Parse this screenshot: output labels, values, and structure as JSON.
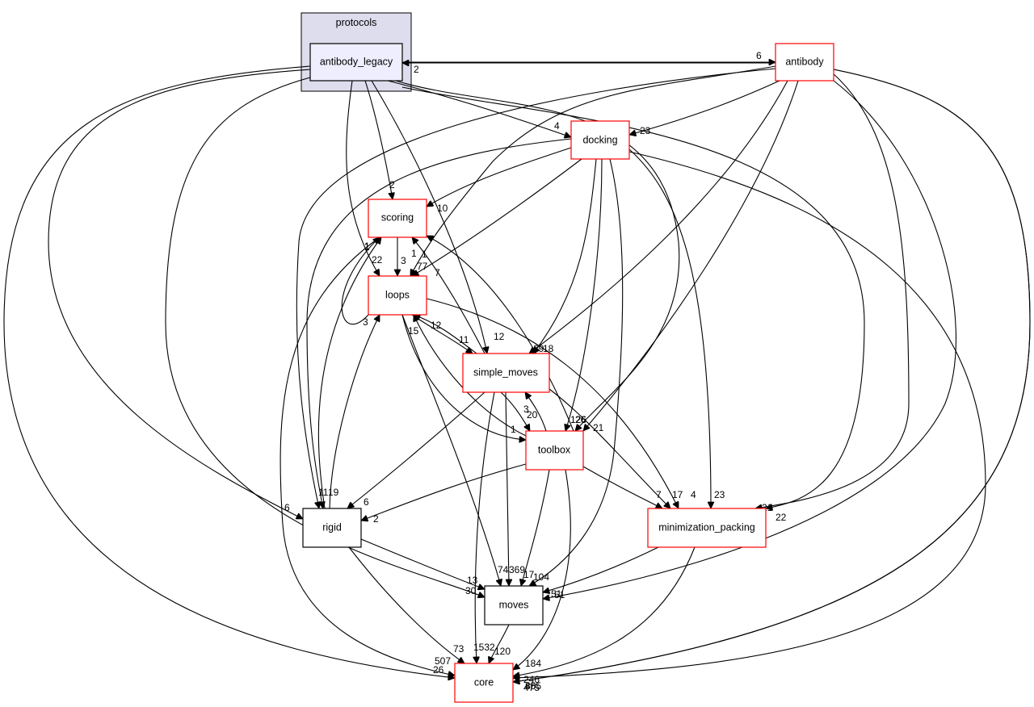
{
  "diagram": {
    "type": "directory-dependency-graph",
    "cluster": {
      "id": "protocols",
      "label": "protocols"
    },
    "nodes": [
      {
        "id": "antibody_legacy",
        "label": "antibody_legacy",
        "style": "current",
        "border": "#000000",
        "fill": "#eeeeff"
      },
      {
        "id": "antibody",
        "label": "antibody",
        "style": "red",
        "border": "#ff0000"
      },
      {
        "id": "docking",
        "label": "docking",
        "style": "red",
        "border": "#ff0000"
      },
      {
        "id": "scoring",
        "label": "scoring",
        "style": "red",
        "border": "#ff0000"
      },
      {
        "id": "loops",
        "label": "loops",
        "style": "red",
        "border": "#ff0000"
      },
      {
        "id": "simple_moves",
        "label": "simple_moves",
        "style": "red",
        "border": "#ff0000"
      },
      {
        "id": "toolbox",
        "label": "toolbox",
        "style": "red",
        "border": "#ff0000"
      },
      {
        "id": "rigid",
        "label": "rigid",
        "style": "black",
        "border": "#000000"
      },
      {
        "id": "minimization_packing",
        "label": "minimization_packing",
        "style": "red",
        "border": "#ff0000"
      },
      {
        "id": "moves",
        "label": "moves",
        "style": "black",
        "border": "#000000"
      },
      {
        "id": "core",
        "label": "core",
        "style": "red",
        "border": "#ff0000"
      }
    ],
    "edges": [
      {
        "from": "antibody",
        "to": "antibody_legacy",
        "label": "2"
      },
      {
        "from": "antibody_legacy",
        "to": "antibody",
        "label": "6"
      },
      {
        "from": "antibody_legacy",
        "to": "docking",
        "label": "4"
      },
      {
        "from": "antibody_legacy",
        "to": "scoring",
        "label": "2"
      },
      {
        "from": "antibody_legacy",
        "to": "loops",
        "label": "22"
      },
      {
        "from": "antibody_legacy",
        "to": "simple_moves",
        "label": "12"
      },
      {
        "from": "antibody_legacy",
        "to": "toolbox",
        "label": "26"
      },
      {
        "from": "antibody_legacy",
        "to": "rigid",
        "label": "6"
      },
      {
        "from": "antibody_legacy",
        "to": "minimization_packing",
        "label": "22"
      },
      {
        "from": "antibody_legacy",
        "to": "moves",
        "label": "30"
      },
      {
        "from": "antibody_legacy",
        "to": "core",
        "label": "26"
      },
      {
        "from": "antibody",
        "to": "docking",
        "label": "23"
      },
      {
        "from": "antibody",
        "to": "loops",
        "label": "77"
      },
      {
        "from": "antibody",
        "to": "simple_moves",
        "label": "18"
      },
      {
        "from": "antibody",
        "to": "toolbox",
        "label": "21"
      },
      {
        "from": "antibody",
        "to": "rigid",
        "label": "11"
      },
      {
        "from": "antibody",
        "to": "minimization_packing",
        "label": "21"
      },
      {
        "from": "antibody",
        "to": "moves",
        "label": "51"
      },
      {
        "from": "antibody",
        "to": "core",
        "label": "455"
      },
      {
        "from": "docking",
        "to": "scoring",
        "label": "10"
      },
      {
        "from": "docking",
        "to": "loops",
        "label": "7"
      },
      {
        "from": "docking",
        "to": "simple_moves",
        "label": "69"
      },
      {
        "from": "docking",
        "to": "toolbox",
        "label": "126"
      },
      {
        "from": "docking",
        "to": "rigid",
        "label": "19"
      },
      {
        "from": "docking",
        "to": "minimization_packing",
        "label": "23"
      },
      {
        "from": "docking",
        "to": "moves",
        "label": "104"
      },
      {
        "from": "docking",
        "to": "core",
        "label": "246"
      },
      {
        "from": "scoring",
        "to": "loops",
        "label": "3"
      },
      {
        "from": "scoring",
        "to": "core",
        "label": "507"
      },
      {
        "from": "loops",
        "to": "scoring",
        "label": "1"
      },
      {
        "from": "loops",
        "to": "simple_moves",
        "label": "11"
      },
      {
        "from": "loops",
        "to": "toolbox",
        "label": "1"
      },
      {
        "from": "loops",
        "to": "minimization_packing",
        "label": "4"
      },
      {
        "from": "loops",
        "to": "moves",
        "label": "74"
      },
      {
        "from": "simple_moves",
        "to": "scoring",
        "label": "1"
      },
      {
        "from": "simple_moves",
        "to": "loops",
        "label": "12"
      },
      {
        "from": "simple_moves",
        "to": "toolbox",
        "label": "20"
      },
      {
        "from": "simple_moves",
        "to": "rigid",
        "label": "6"
      },
      {
        "from": "simple_moves",
        "to": "minimization_packing",
        "label": "17"
      },
      {
        "from": "simple_moves",
        "to": "moves",
        "label": "369"
      },
      {
        "from": "simple_moves",
        "to": "core",
        "label": "1532"
      },
      {
        "from": "toolbox",
        "to": "scoring",
        "label": "1"
      },
      {
        "from": "toolbox",
        "to": "loops",
        "label": "15"
      },
      {
        "from": "toolbox",
        "to": "simple_moves",
        "label": "3"
      },
      {
        "from": "toolbox",
        "to": "rigid",
        "label": "2"
      },
      {
        "from": "toolbox",
        "to": "minimization_packing",
        "label": "7"
      },
      {
        "from": "toolbox",
        "to": "moves",
        "label": "17"
      },
      {
        "from": "toolbox",
        "to": "core",
        "label": "184"
      },
      {
        "from": "rigid",
        "to": "scoring",
        "label": "1"
      },
      {
        "from": "rigid",
        "to": "loops",
        "label": "3"
      },
      {
        "from": "rigid",
        "to": "moves",
        "label": "13"
      },
      {
        "from": "rigid",
        "to": "core",
        "label": "73"
      },
      {
        "from": "minimization_packing",
        "to": "moves",
        "label": "51"
      },
      {
        "from": "minimization_packing",
        "to": "core",
        "label": "475"
      },
      {
        "from": "moves",
        "to": "core",
        "label": "120"
      },
      {
        "from": "antibody",
        "to": "core",
        "label": "80"
      }
    ]
  }
}
